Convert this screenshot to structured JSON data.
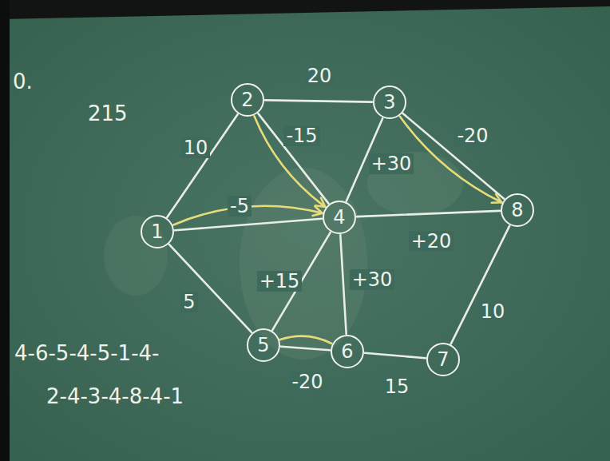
{
  "diagram": {
    "nodes": [
      {
        "text": [
          "1"
        ]
      },
      {
        "text": [
          "2"
        ]
      },
      {
        "text": [
          "3"
        ]
      },
      {
        "text": [
          "4"
        ]
      },
      {
        "text": [
          "5"
        ]
      },
      {
        "text": [
          "6"
        ]
      },
      {
        "text": [
          "7"
        ]
      },
      {
        "text": [
          "8"
        ]
      }
    ],
    "edges": [
      {
        "from": 0,
        "to": 1,
        "arrow": "none",
        "label": "10"
      },
      {
        "from": 1,
        "to": 2,
        "arrow": "none",
        "label": "20"
      },
      {
        "from": 1,
        "to": 3,
        "arrow": "none",
        "label": "-15"
      },
      {
        "from": 2,
        "to": 3,
        "arrow": "none",
        "label": "+30"
      },
      {
        "from": 2,
        "to": 7,
        "arrow": "none",
        "label": "-20"
      },
      {
        "from": 0,
        "to": 3,
        "arrow": "none",
        "label": "-5"
      },
      {
        "from": 3,
        "to": 7,
        "arrow": "none",
        "label": "+20"
      },
      {
        "from": 0,
        "to": 4,
        "arrow": "none",
        "label": "5"
      },
      {
        "from": 4,
        "to": 3,
        "arrow": "none",
        "label": "+15"
      },
      {
        "from": 3,
        "to": 5,
        "arrow": "none",
        "label": "+30"
      },
      {
        "from": 4,
        "to": 5,
        "arrow": "none",
        "label": "-20"
      },
      {
        "from": 5,
        "to": 6,
        "arrow": "none",
        "label": "15"
      },
      {
        "from": 6,
        "to": 7,
        "arrow": "none",
        "label": "10"
      },
      {
        "from": 0,
        "to": 3,
        "arrow": "to"
      },
      {
        "from": 1,
        "to": 3,
        "arrow": "to"
      },
      {
        "from": 2,
        "to": 7,
        "arrow": "to"
      },
      {
        "from": 4,
        "to": 5,
        "arrow": "none"
      }
    ],
    "labels": [
      "0.",
      "215",
      "4-6-5-4-5-1-4-",
      "2-4-3-4-8-4-1"
    ]
  }
}
